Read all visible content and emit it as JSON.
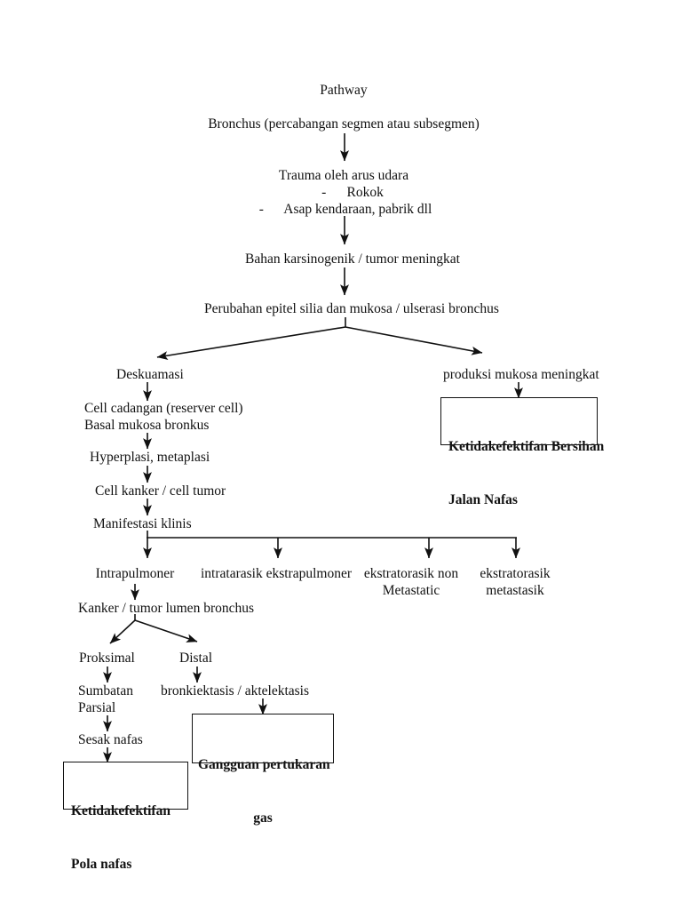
{
  "document": {
    "title": "Pathway",
    "background_color": "#ffffff",
    "text_color": "#111111",
    "line_color": "#111111"
  },
  "nodes": {
    "title": "Pathway",
    "bronchus": "Bronchus (percabangan segmen atau subsegmen)",
    "trauma_line1": "Trauma oleh arus udara",
    "trauma_line2": "-      Rokok",
    "trauma_line3": "-      Asap kendaraan, pabrik dll",
    "karsinogenik": "Bahan karsinogenik / tumor meningkat",
    "perubahan": "Perubahan epitel silia dan mukosa / ulserasi bronchus",
    "deskuamasi": "Deskuamasi",
    "produksi_mukosa": "produksi mukosa meningkat",
    "cell_cadangan_line1": "Cell cadangan (reserver cell)",
    "cell_cadangan_line2": "Basal mukosa bronkus",
    "hyperplasi": "Hyperplasi, metaplasi",
    "cell_kanker": "Cell kanker / cell tumor",
    "manifestasi": "Manifestasi klinis",
    "intrapulmoner": "Intrapulmoner",
    "intratarasik": "intratarasik ekstrapulmoner",
    "ekstratorasik_non_line1": "ekstratorasik non",
    "ekstratorasik_non_line2": "Metastatic",
    "ekstratorasik_met_line1": "ekstratorasik",
    "ekstratorasik_met_line2": "metastasik",
    "kanker_lumen": "Kanker / tumor lumen bronchus",
    "proksimal": "Proksimal",
    "distal": "Distal",
    "sumbatan_line1": "Sumbatan",
    "sumbatan_line2": "Parsial",
    "bronkiektasis": "bronkiektasis / aktelektasis",
    "sesak_nafas": "Sesak nafas"
  },
  "diagnosis_boxes": {
    "bersihan_jalan_nafas": {
      "line1": "Ketidakefektifan Bersihan",
      "line2": "Jalan Nafas"
    },
    "gangguan_pertukaran_gas": {
      "line1": "Gangguan pertukaran",
      "line2": "gas"
    },
    "pola_nafas": {
      "line1": "Ketidakefektifan",
      "line2": "Pola nafas"
    }
  }
}
